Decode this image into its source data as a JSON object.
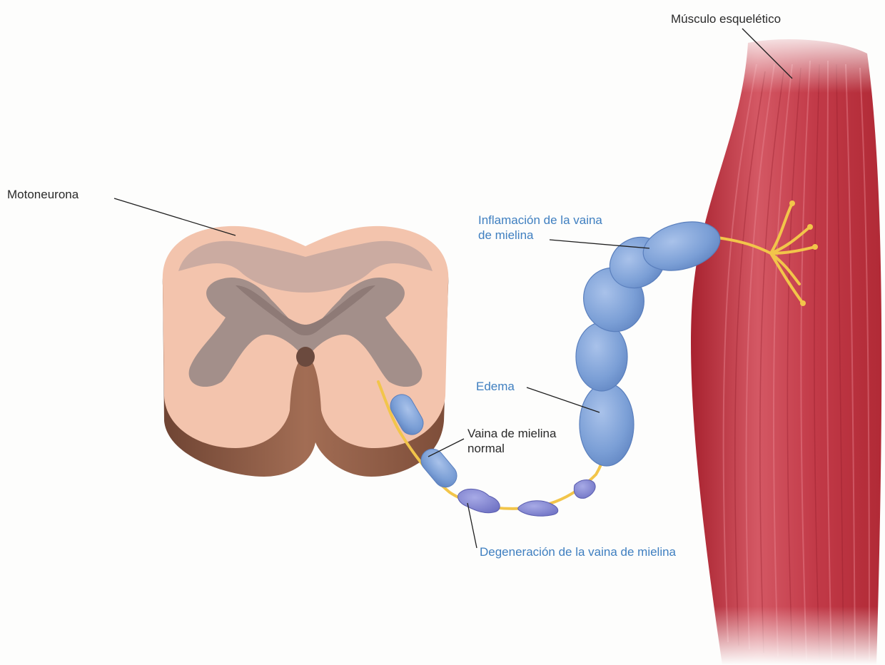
{
  "labels": {
    "muscle": "Músculo esquelético",
    "motoneuron": "Motoneurona",
    "inflammation_line1": "Inflamación de la vaina",
    "inflammation_line2": "de mielina",
    "edema": "Edema",
    "normal_sheath_line1": "Vaina de mielina",
    "normal_sheath_line2": "normal",
    "degeneration": "Degeneración de la vaina de mielina"
  },
  "colors": {
    "label_dark": "#2a2a2a",
    "label_blue": "#3f7fc0",
    "muscle": "#c8434f",
    "spinal_white_matter": "#f3c4ad",
    "spinal_gray_matter": "#a38f8a",
    "spinal_side": "#8f5d47",
    "myelin_normal": "#7a9fd6",
    "myelin_degenerated": "#7f83d0",
    "axon": "#f2c54a"
  }
}
